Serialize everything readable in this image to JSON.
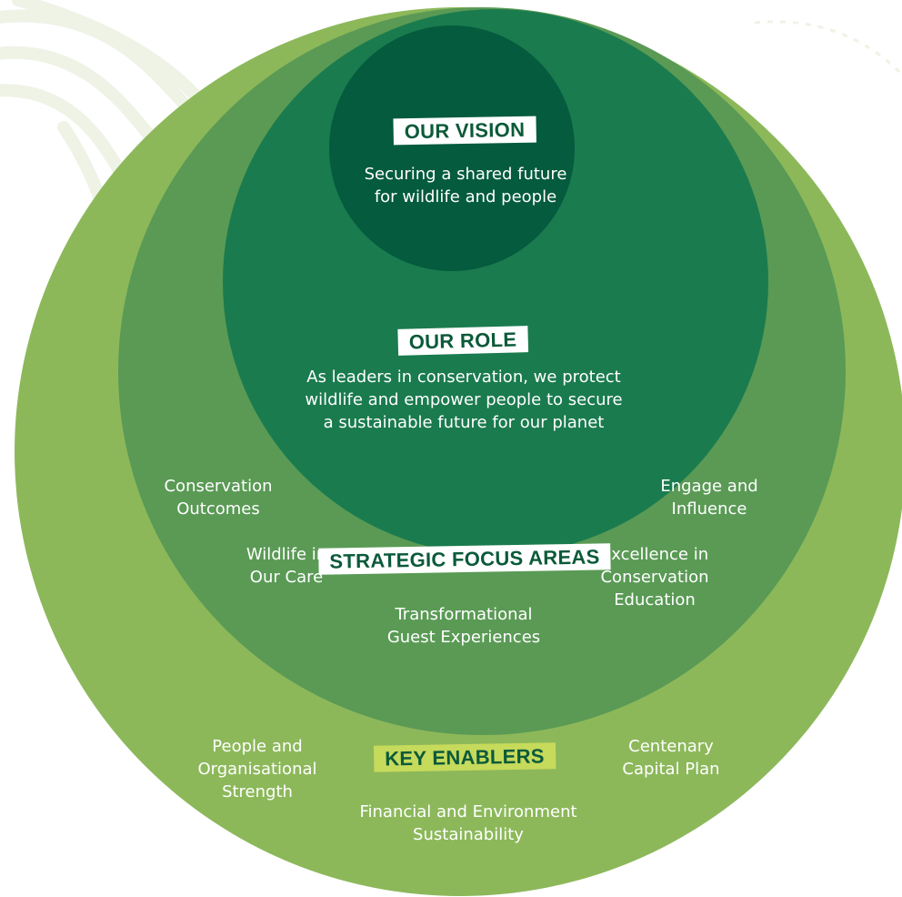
{
  "vision": {
    "heading": "OUR VISION",
    "text": "Securing a shared future\nfor wildlife and people"
  },
  "role": {
    "heading": "OUR ROLE",
    "text": "As leaders in conservation, we protect\nwildlife and empower people to secure\na sustainable future for our planet"
  },
  "strategic_focus_areas": {
    "heading": "STRATEGIC FOCUS AREAS",
    "items": [
      "Conservation\nOutcomes",
      "Engage and\nInfluence",
      "Wildlife in\nOur Care",
      "Excellence in\nConservation\nEducation",
      "Transformational\nGuest Experiences"
    ]
  },
  "key_enablers": {
    "heading": "KEY ENABLERS",
    "items": [
      "People and\nOrganisational\nStrength",
      "Centenary\nCapital Plan",
      "Financial and Environment\nSustainability"
    ]
  },
  "colors": {
    "outer_ring": "#8cb85a",
    "middle_ring": "#5a9a55",
    "inner_ring": "#1a7b4e",
    "core": "#045b3d",
    "label_lime": "#c6da5b",
    "label_dark_text": "#0b5a3a"
  }
}
